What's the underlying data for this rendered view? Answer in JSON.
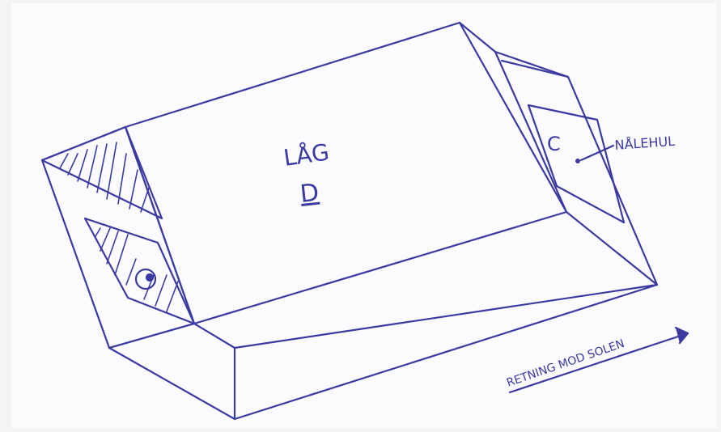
{
  "drawing": {
    "ink_color": "#3a3aa0",
    "paper_color": "#fbfbfd",
    "lid_label_line1": "LÅG",
    "lid_label_line2": "D",
    "right_panel_label": "C",
    "pinhole_label": "NÅLEHUL",
    "direction_label": "RETNING MOD SOLEN"
  }
}
